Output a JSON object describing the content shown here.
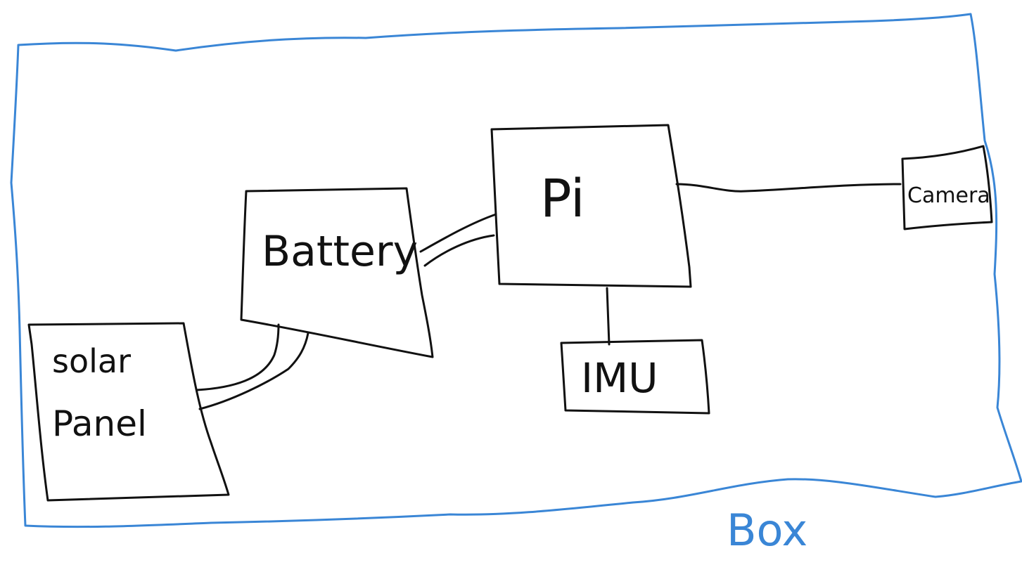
{
  "diagram": {
    "container_label": "Box",
    "components": {
      "solar_panel": {
        "line1": "solar",
        "line2": "Panel"
      },
      "battery": "Battery",
      "pi": "Pi",
      "imu": "IMU",
      "camera": "Camera"
    },
    "connections": [
      {
        "from": "solar_panel",
        "to": "battery"
      },
      {
        "from": "battery",
        "to": "pi"
      },
      {
        "from": "pi",
        "to": "camera"
      },
      {
        "from": "pi",
        "to": "imu"
      }
    ]
  },
  "colors": {
    "ink": "#111111",
    "container": "#3a86d6",
    "background": "#ffffff"
  }
}
